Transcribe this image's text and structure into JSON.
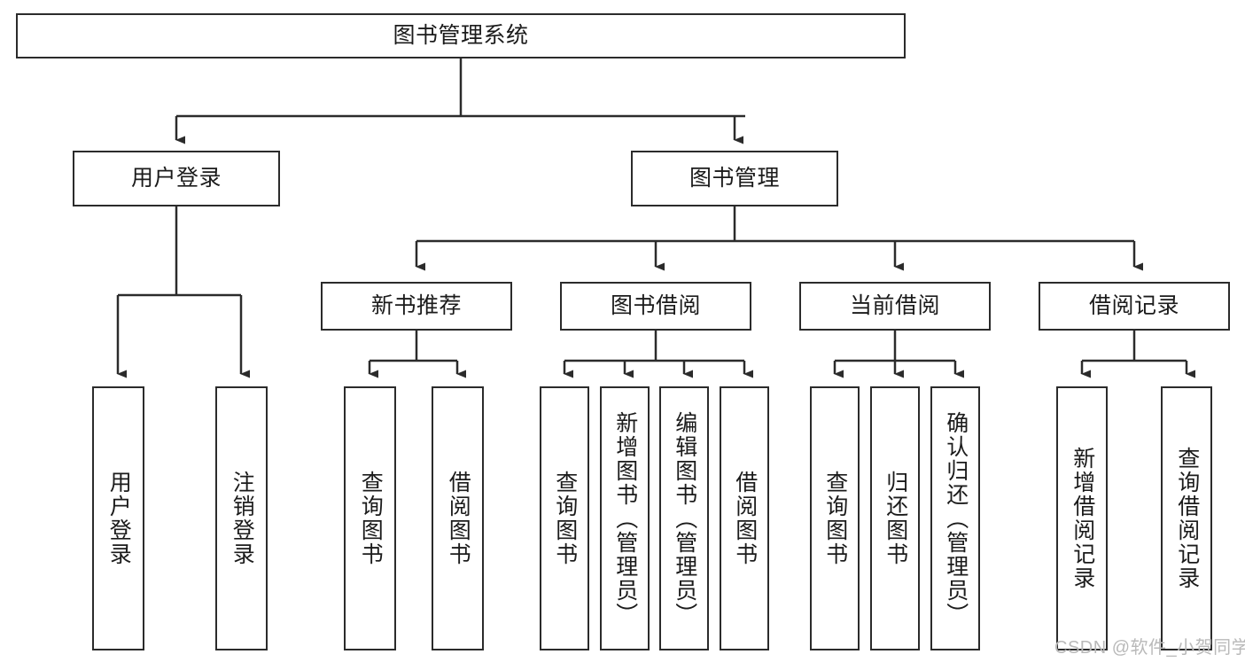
{
  "diagram": {
    "title": "图书管理系统",
    "type": "tree-hierarchy-chart",
    "stroke_color": "#2b2b2b",
    "background_color": "#ffffff",
    "watermark": "CSDN @软件_小贺同学"
  },
  "nodes": {
    "root": {
      "label": "图书管理系统"
    },
    "level2": [
      {
        "label": "用户登录"
      },
      {
        "label": "图书管理"
      }
    ],
    "level3": [
      {
        "label": "新书推荐"
      },
      {
        "label": "图书借阅"
      },
      {
        "label": "当前借阅"
      },
      {
        "label": "借阅记录"
      }
    ],
    "leaves": {
      "user_login": [
        {
          "label": "用户登录"
        },
        {
          "label": "注销登录"
        }
      ],
      "new_book_recommend": [
        {
          "label": "查询图书"
        },
        {
          "label": "借阅图书"
        }
      ],
      "book_borrow": [
        {
          "label": "查询图书"
        },
        {
          "label": "新增图书（管理员）"
        },
        {
          "label": "编辑图书（管理员）"
        },
        {
          "label": "借阅图书"
        }
      ],
      "current_borrow": [
        {
          "label": "查询图书"
        },
        {
          "label": "归还图书"
        },
        {
          "label": "确认归还（管理员）"
        }
      ],
      "borrow_record": [
        {
          "label": "新增借阅记录"
        },
        {
          "label": "查询借阅记录"
        }
      ]
    }
  }
}
